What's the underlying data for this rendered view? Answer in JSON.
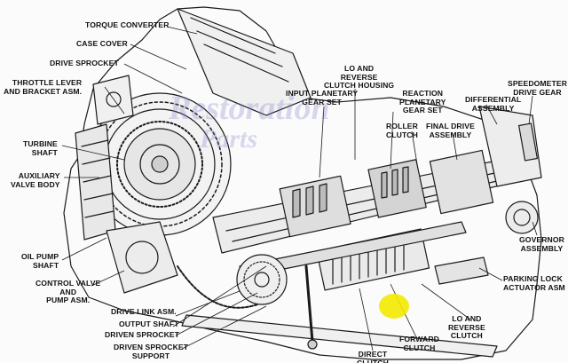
{
  "diagram": {
    "labels": [
      {
        "key": "torque_converter",
        "text": "TORQUE CONVERTER"
      },
      {
        "key": "case_cover",
        "text": "CASE COVER"
      },
      {
        "key": "drive_sprocket",
        "text": "DRIVE SPROCKET"
      },
      {
        "key": "throttle_lever",
        "text": "THROTTLE LEVER\nAND BRACKET ASM."
      },
      {
        "key": "turbine_shaft",
        "text": "TURBINE\nSHAFT"
      },
      {
        "key": "auxiliary_valve_body",
        "text": "AUXILIARY\nVALVE BODY"
      },
      {
        "key": "oil_pump_shaft",
        "text": "OIL PUMP\nSHAFT"
      },
      {
        "key": "control_valve",
        "text": "CONTROL VALVE\nAND\nPUMP ASM."
      },
      {
        "key": "drive_link",
        "text": "DRIVE LINK ASM."
      },
      {
        "key": "output_shaft",
        "text": "OUTPUT SHAFT"
      },
      {
        "key": "driven_sprocket",
        "text": "DRIVEN SPROCKET"
      },
      {
        "key": "driven_sprocket_support",
        "text": "DRIVEN SPROCKET\nSUPPORT"
      },
      {
        "key": "input_planetary",
        "text": "INPUT PLANETARY\nGEAR SET"
      },
      {
        "key": "lo_reverse_housing",
        "text": "LO AND\nREVERSE\nCLUTCH HOUSING"
      },
      {
        "key": "reaction_planetary",
        "text": "REACTION\nPLANETARY\nGEAR SET"
      },
      {
        "key": "roller_clutch",
        "text": "ROLLER\nCLUTCH"
      },
      {
        "key": "final_drive",
        "text": "FINAL DRIVE\nASSEMBLY"
      },
      {
        "key": "differential",
        "text": "DIFFERENTIAL\nASSEMBLY"
      },
      {
        "key": "speedometer",
        "text": "SPEEDOMETER\nDRIVE GEAR"
      },
      {
        "key": "governor",
        "text": "GOVERNOR\nASSEMBLY"
      },
      {
        "key": "parking_lock",
        "text": "PARKING LOCK\nACTUATOR ASM"
      },
      {
        "key": "lo_reverse_clutch",
        "text": "LO AND\nREVERSE\nCLUTCH"
      },
      {
        "key": "forward_clutch",
        "text": "FORWARD\nCLUTCH"
      },
      {
        "key": "direct_clutch",
        "text": "DIRECT\nCLUTCH"
      }
    ],
    "watermark": {
      "line1": "Restoration",
      "line2": "Parts"
    },
    "colors": {
      "ink": "#1a1a1a",
      "highlight": "#f2ea00",
      "watermark": "#8a8ad0"
    }
  }
}
